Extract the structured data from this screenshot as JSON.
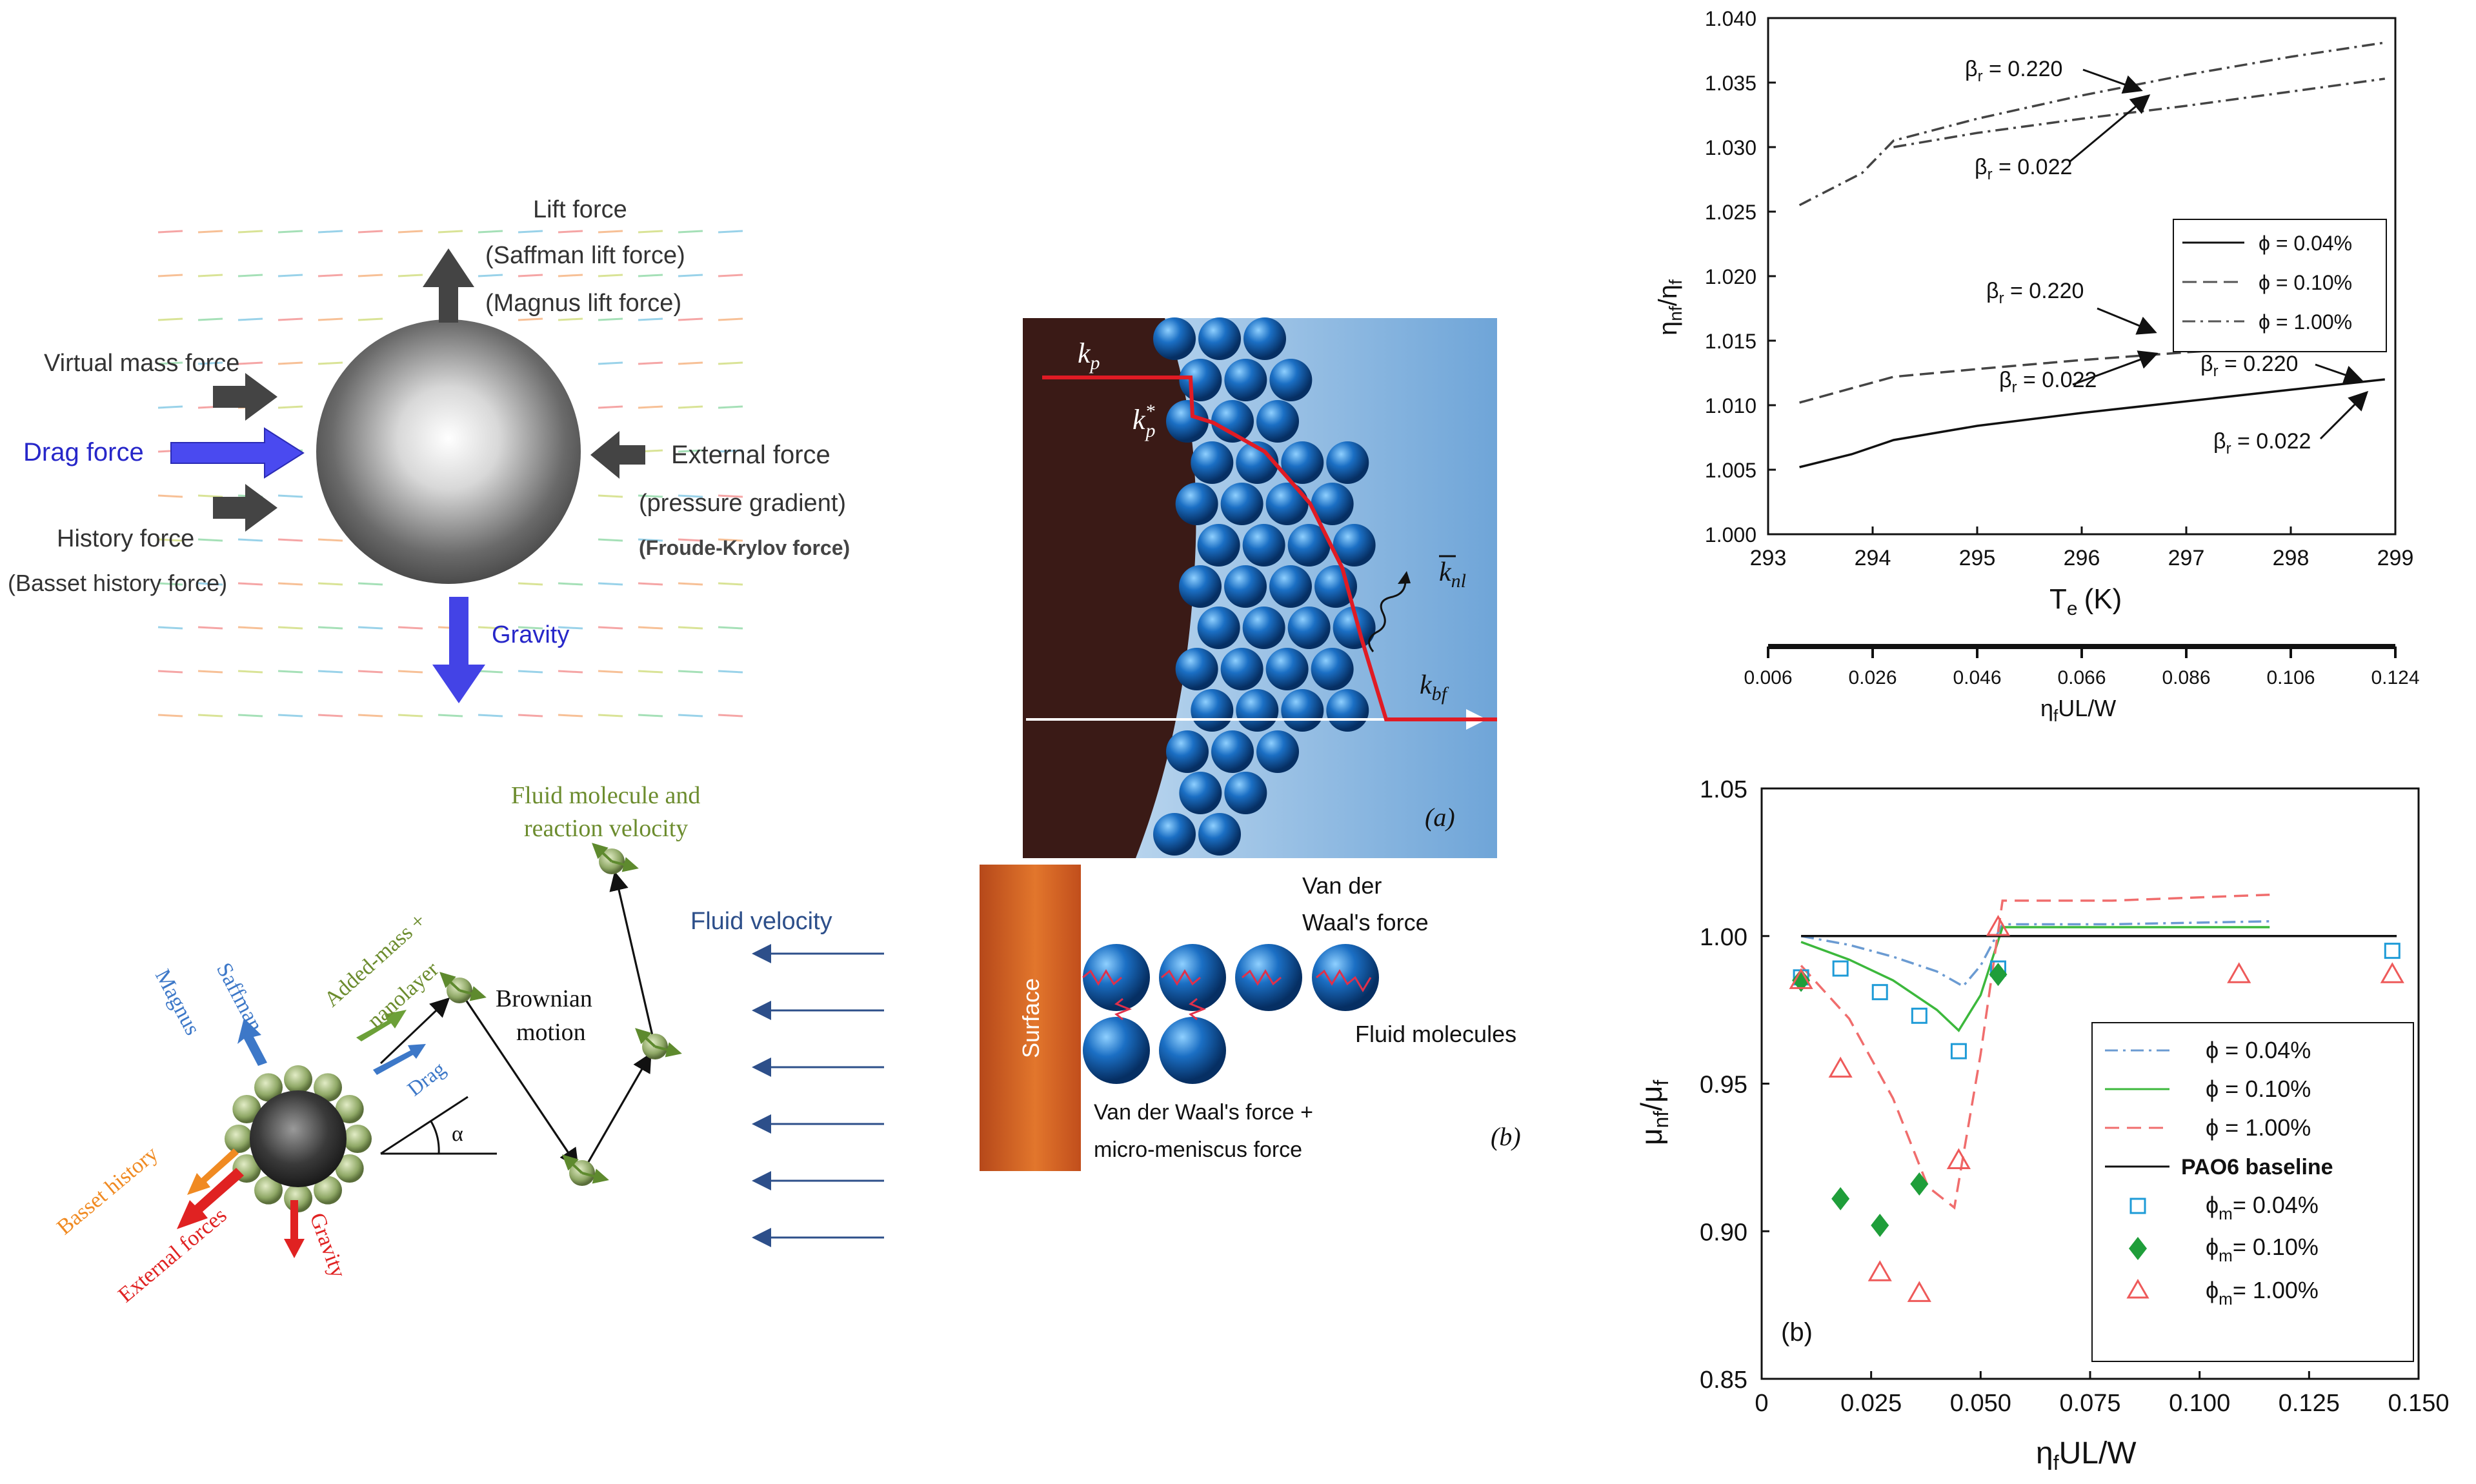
{
  "panel_forces": {
    "lift": "Lift force",
    "saffman_lift": "(Saffman lift force)",
    "magnus_lift": "(Magnus lift force)",
    "virtual_mass": "Virtual mass force",
    "drag": "Drag force",
    "external": "External force",
    "pressure_gradient": "(pressure gradient)",
    "froude_krylov": "(Froude-Krylov force)",
    "history": "History force",
    "basset": "(Basset history force)",
    "gravity": "Gravity"
  },
  "panel_brownian": {
    "fluid_molecule": "Fluid molecule and",
    "reaction_velocity": "reaction velocity",
    "fluid_velocity": "Fluid velocity",
    "added_mass": "Added-mass +",
    "nanolayer": "nanolayer",
    "saffman": "Saffman",
    "magnus": "Magnus",
    "brownian": "Brownian",
    "motion": "motion",
    "drag": "Drag",
    "alpha": "α",
    "basset_history": "Basset history",
    "external_forces": "External forces",
    "gravity": "Gravity"
  },
  "panel_a": {
    "k_p": "k",
    "k_p_sub": "p",
    "k_p_star": "k",
    "k_p_star_sub": "p",
    "k_p_star_sup": "*",
    "k_nl": "k",
    "k_nl_sub": "nl",
    "k_bf": "k",
    "k_bf_sub": "bf",
    "label": "(a)"
  },
  "panel_b_layer": {
    "surface": "Surface",
    "vdw_line1": "Van der",
    "vdw_line2": "Waal's force",
    "fluid_molecules": "Fluid molecules",
    "vdw_meniscus_1": "Van der Waal's force +",
    "vdw_meniscus_2": "micro-meniscus force",
    "label": "(b)"
  },
  "chart_top": {
    "chart_data": {
      "type": "line",
      "xlabel": "T",
      "xlabel_sub": "e",
      "xlabel_unit": "(K)",
      "x2label": "η",
      "x2label_sub": "f",
      "x2label_rest": "UL/W",
      "ylabel": "η",
      "ylabel_sub": "nf",
      "ylabel_rest": "/η",
      "ylabel_sub2": "f",
      "xlim": [
        293,
        299
      ],
      "ylim": [
        1.0,
        1.04
      ],
      "x_ticks": [
        "293",
        "294",
        "295",
        "296",
        "297",
        "298",
        "299"
      ],
      "x2_ticks": [
        "0.006",
        "0.026",
        "0.046",
        "0.066",
        "0.086",
        "0.106",
        "0.124"
      ],
      "y_ticks": [
        "1.000",
        "1.005",
        "1.010",
        "1.015",
        "1.020",
        "1.025",
        "1.030",
        "1.035",
        "1.040"
      ],
      "series": [
        {
          "name": "ϕ = 0.04%",
          "style": "solid",
          "x": [
            293.3,
            293.8,
            294.2,
            295,
            296,
            297,
            298,
            298.9
          ],
          "y": [
            1.0052,
            1.0062,
            1.0073,
            1.0084,
            1.0094,
            1.0103,
            1.0112,
            1.012
          ]
        },
        {
          "name": "ϕ = 0.10%",
          "style": "dashed",
          "x": [
            293.3,
            294.2,
            295,
            296,
            297,
            298,
            298.9
          ],
          "y": [
            1.0102,
            1.0122,
            1.0128,
            1.0135,
            1.0141,
            1.0146,
            1.015
          ]
        },
        {
          "name": "ϕ = 1.00%",
          "style": "dashdot",
          "x": [
            293.3,
            293.9,
            294.2,
            295,
            296,
            297,
            298,
            298.9
          ],
          "y": [
            1.0255,
            1.028,
            1.0305,
            1.0322,
            1.034,
            1.0356,
            1.037,
            1.0381
          ]
        },
        {
          "name": "",
          "style": "dashdot",
          "x": [
            294.2,
            295,
            296,
            297,
            298,
            298.9
          ],
          "y": [
            1.03,
            1.0311,
            1.0322,
            1.0332,
            1.0343,
            1.0353
          ]
        }
      ],
      "legend": [
        "ϕ = 0.04%",
        "ϕ = 0.10%",
        "ϕ = 1.00%"
      ],
      "legend_position": "top-right",
      "annotations": [
        {
          "beta": "β",
          "sub": "r",
          "text": " = 0.220"
        },
        {
          "beta": "β",
          "sub": "r",
          "text": " = 0.022"
        },
        {
          "beta": "β",
          "sub": "r",
          "text": " = 0.220"
        },
        {
          "beta": "β",
          "sub": "r",
          "text": " = 0.022"
        },
        {
          "beta": "β",
          "sub": "r",
          "text": " = 0.220"
        },
        {
          "beta": "β",
          "sub": "r",
          "text": " = 0.022"
        }
      ]
    }
  },
  "chart_bottom": {
    "chart_data": {
      "type": "line",
      "xlabel": "η",
      "xlabel_sub": "f",
      "xlabel_rest": "UL/W",
      "ylabel": "μ",
      "ylabel_sub": "nf",
      "ylabel_rest": "/μ",
      "ylabel_sub2": "f",
      "xlim": [
        0,
        0.15
      ],
      "ylim": [
        0.85,
        1.05
      ],
      "x_ticks": [
        "0",
        "0.025",
        "0.050",
        "0.075",
        "0.100",
        "0.125",
        "0.150"
      ],
      "y_ticks": [
        "0.85",
        "0.90",
        "0.95",
        "1.00",
        "1.05"
      ],
      "panel_label": "(b)",
      "series": [
        {
          "name": "ϕ = 0.04%",
          "style": "dashdot",
          "color": "#6b9bd2",
          "x": [
            0.009,
            0.02,
            0.03,
            0.04,
            0.046,
            0.05,
            0.055,
            0.08,
            0.116
          ],
          "y": [
            1.0,
            0.997,
            0.993,
            0.988,
            0.983,
            0.99,
            1.004,
            1.004,
            1.005
          ]
        },
        {
          "name": "ϕ = 0.10%",
          "style": "solid",
          "color": "#3cb83c",
          "x": [
            0.009,
            0.02,
            0.03,
            0.04,
            0.045,
            0.05,
            0.055,
            0.08,
            0.116
          ],
          "y": [
            0.998,
            0.992,
            0.985,
            0.975,
            0.968,
            0.98,
            1.003,
            1.003,
            1.003
          ]
        },
        {
          "name": "ϕ = 1.00%",
          "style": "dashed",
          "color": "#f06d6d",
          "x": [
            0.009,
            0.02,
            0.03,
            0.038,
            0.044,
            0.05,
            0.055,
            0.08,
            0.116
          ],
          "y": [
            0.99,
            0.972,
            0.945,
            0.915,
            0.908,
            0.96,
            1.012,
            1.012,
            1.014
          ]
        },
        {
          "name": "PAO6 baseline",
          "style": "solid",
          "color": "#111111",
          "x": [
            0.009,
            0.145
          ],
          "y": [
            1.0,
            1.0
          ]
        }
      ],
      "markers": [
        {
          "name": "ϕ",
          "name_sub": "m",
          "name_rest": "= 0.04%",
          "shape": "square",
          "color": "#1e9bd7",
          "x": [
            0.009,
            0.018,
            0.027,
            0.036,
            0.045,
            0.054,
            0.144
          ],
          "y": [
            0.986,
            0.989,
            0.981,
            0.973,
            0.961,
            0.989,
            0.995
          ]
        },
        {
          "name": "ϕ",
          "name_sub": "m",
          "name_rest": "= 0.10%",
          "shape": "diamond",
          "color": "#1f9e3a",
          "x": [
            0.009,
            0.018,
            0.027,
            0.036,
            0.054
          ],
          "y": [
            0.985,
            0.911,
            0.902,
            0.916,
            0.987
          ]
        },
        {
          "name": "ϕ",
          "name_sub": "m",
          "name_rest": "= 1.00%",
          "shape": "triangle",
          "color": "#ee5a5a",
          "x": [
            0.009,
            0.018,
            0.027,
            0.036,
            0.045,
            0.054,
            0.109,
            0.144
          ],
          "y": [
            0.985,
            0.955,
            0.886,
            0.879,
            0.924,
            1.003,
            0.987,
            0.987
          ]
        }
      ],
      "legend_position": "bottom-right"
    }
  },
  "colors": {
    "drag_blue": "#3b3bdc",
    "arrow_grey": "#3f3f3f",
    "particle_dark": "#3a1a16",
    "fluid_blue": "#7fb2de",
    "red_profile": "#e01b24",
    "surface_orange": "#c9561a"
  }
}
